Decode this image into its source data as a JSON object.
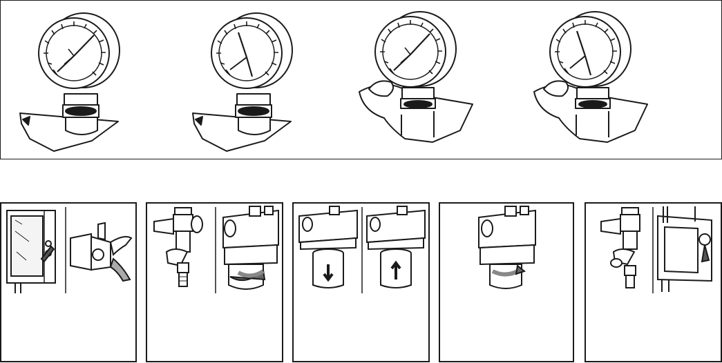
{
  "gauge_sequence": [
    {
      "id": "gauge-1",
      "mount": "plain-block",
      "needles": 1
    },
    {
      "id": "gauge-2",
      "mount": "plain-block",
      "needles": 2
    },
    {
      "id": "gauge-3",
      "mount": "strap-fitting",
      "needles": 1
    },
    {
      "id": "gauge-4",
      "mount": "strap-fitting",
      "needles": 2
    }
  ],
  "steps": [
    {
      "id": "step-1",
      "caption": "",
      "icons": [
        "device-cabinet-icon",
        "valve-handle-icon"
      ]
    },
    {
      "id": "step-2",
      "caption": "",
      "icons": [
        "fitting-assembly-icon",
        "filter-unscrew-icon"
      ]
    },
    {
      "id": "step-3",
      "caption": "",
      "icons": [
        "filter-down-icon",
        "filter-up-icon"
      ]
    },
    {
      "id": "step-4",
      "caption": "",
      "icons": [
        "filter-screw-icon"
      ]
    },
    {
      "id": "step-5",
      "caption": "",
      "icons": [
        "fitting-assembly-icon",
        "device-cabinet-icon"
      ]
    }
  ],
  "colors": {
    "line": "#1a1a1a",
    "fill": "#ffffff",
    "shade": "#555555"
  }
}
